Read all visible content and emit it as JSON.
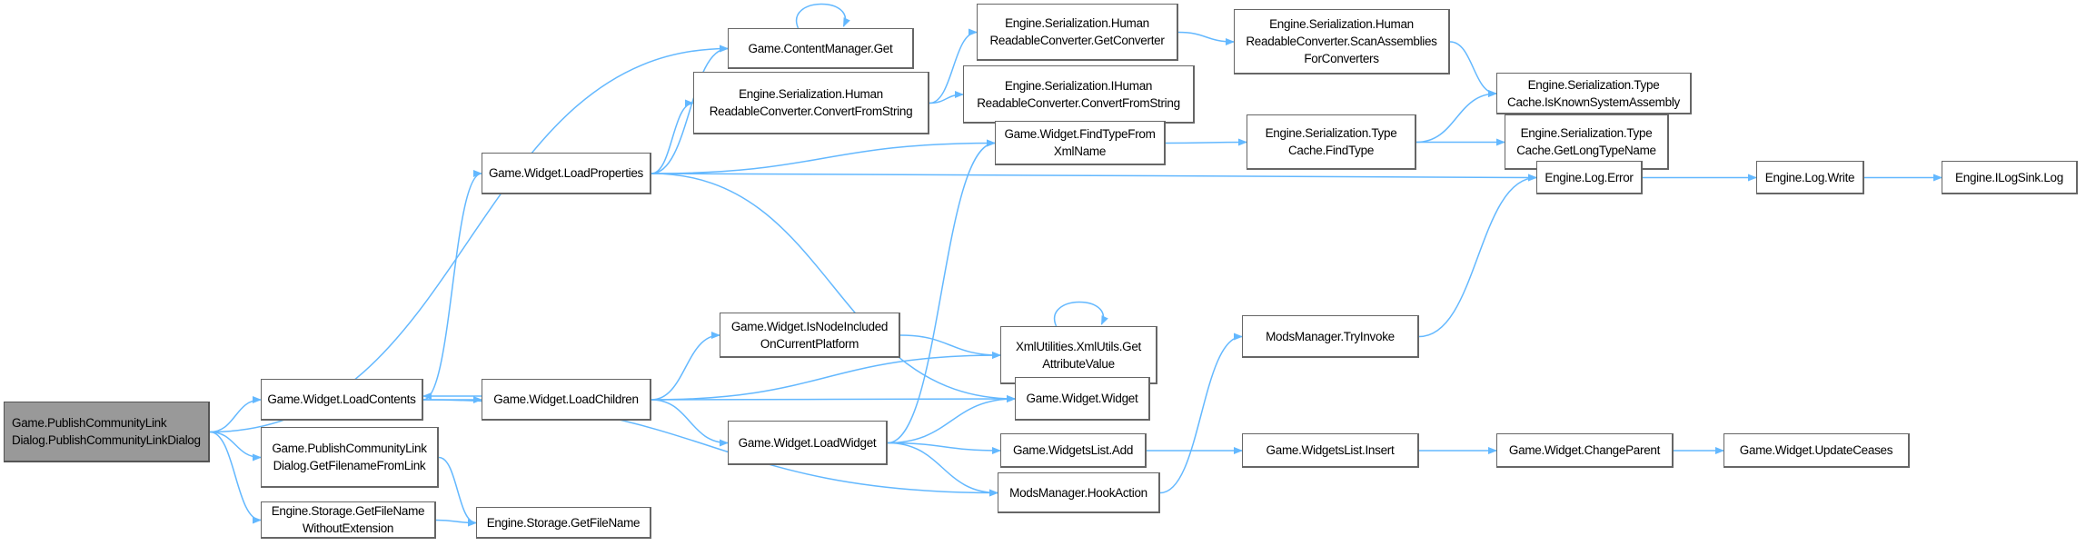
{
  "nodes": [
    {
      "id": "root",
      "label": "Game.PublishCommunityLink\nDialog.PublishCommunityLinkDialog"
    },
    {
      "id": "loadContents",
      "label": "Game.Widget.LoadContents"
    },
    {
      "id": "getFilenameFromLink",
      "label": "Game.PublishCommunityLink\nDialog.GetFilenameFromLink"
    },
    {
      "id": "getFileNameWoExt",
      "label": "Engine.Storage.GetFileName\nWithoutExtension"
    },
    {
      "id": "getFileName",
      "label": "Engine.Storage.GetFileName"
    },
    {
      "id": "loadProperties",
      "label": "Game.Widget.LoadProperties"
    },
    {
      "id": "loadChildren",
      "label": "Game.Widget.LoadChildren"
    },
    {
      "id": "contentGet",
      "label": "Game.ContentManager.Get"
    },
    {
      "id": "hrcConvert",
      "label": "Engine.Serialization.Human\nReadableConverter.ConvertFromString"
    },
    {
      "id": "isNodeIncluded",
      "label": "Game.Widget.IsNodeIncluded\nOnCurrentPlatform"
    },
    {
      "id": "loadWidget",
      "label": "Game.Widget.LoadWidget"
    },
    {
      "id": "hrcGetConverter",
      "label": "Engine.Serialization.Human\nReadableConverter.GetConverter"
    },
    {
      "id": "ihrcConvert",
      "label": "Engine.Serialization.IHuman\nReadableConverter.ConvertFromString"
    },
    {
      "id": "findTypeFromXml",
      "label": "Game.Widget.FindTypeFrom\nXmlName"
    },
    {
      "id": "xmlGetAttr",
      "label": "XmlUtilities.XmlUtils.Get\nAttributeValue"
    },
    {
      "id": "widgetCtor",
      "label": "Game.Widget.Widget"
    },
    {
      "id": "widgetsAdd",
      "label": "Game.WidgetsList.Add"
    },
    {
      "id": "hookAction",
      "label": "ModsManager.HookAction"
    },
    {
      "id": "scanAssemblies",
      "label": "Engine.Serialization.Human\nReadableConverter.ScanAssemblies\nForConverters"
    },
    {
      "id": "isKnownSys",
      "label": "Engine.Serialization.Type\nCache.IsKnownSystemAssembly"
    },
    {
      "id": "findType",
      "label": "Engine.Serialization.Type\nCache.FindType"
    },
    {
      "id": "getLongTypeName",
      "label": "Engine.Serialization.Type\nCache.GetLongTypeName"
    },
    {
      "id": "logError",
      "label": "Engine.Log.Error"
    },
    {
      "id": "tryInvoke",
      "label": "ModsManager.TryInvoke"
    },
    {
      "id": "logWrite",
      "label": "Engine.Log.Write"
    },
    {
      "id": "logSink",
      "label": "Engine.ILogSink.Log"
    },
    {
      "id": "widgetsInsert",
      "label": "Game.WidgetsList.Insert"
    },
    {
      "id": "changeParent",
      "label": "Game.Widget.ChangeParent"
    },
    {
      "id": "updateCeases",
      "label": "Game.Widget.UpdateCeases"
    }
  ],
  "edges": [
    [
      "root",
      "contentGet"
    ],
    [
      "root",
      "loadContents"
    ],
    [
      "root",
      "getFilenameFromLink"
    ],
    [
      "root",
      "getFileNameWoExt"
    ],
    [
      "getFilenameFromLink",
      "getFileName"
    ],
    [
      "getFileNameWoExt",
      "getFileName"
    ],
    [
      "loadContents",
      "loadProperties"
    ],
    [
      "loadContents",
      "loadChildren"
    ],
    [
      "loadContents",
      "hookAction"
    ],
    [
      "loadChildren",
      "loadContents"
    ],
    [
      "loadChildren",
      "xmlGetAttr"
    ],
    [
      "loadChildren",
      "isNodeIncluded"
    ],
    [
      "loadChildren",
      "widgetCtor"
    ],
    [
      "loadChildren",
      "loadWidget"
    ],
    [
      "loadProperties",
      "contentGet"
    ],
    [
      "loadProperties",
      "hrcConvert"
    ],
    [
      "loadProperties",
      "findTypeFromXml"
    ],
    [
      "loadProperties",
      "logError"
    ],
    [
      "loadProperties",
      "widgetCtor"
    ],
    [
      "contentGet",
      "contentGet"
    ],
    [
      "xmlGetAttr",
      "xmlGetAttr"
    ],
    [
      "hrcConvert",
      "hrcGetConverter"
    ],
    [
      "hrcConvert",
      "ihrcConvert"
    ],
    [
      "hrcGetConverter",
      "scanAssemblies"
    ],
    [
      "scanAssemblies",
      "isKnownSys"
    ],
    [
      "findTypeFromXml",
      "findType"
    ],
    [
      "findType",
      "isKnownSys"
    ],
    [
      "findType",
      "getLongTypeName"
    ],
    [
      "isNodeIncluded",
      "xmlGetAttr"
    ],
    [
      "loadWidget",
      "findTypeFromXml"
    ],
    [
      "loadWidget",
      "widgetCtor"
    ],
    [
      "loadWidget",
      "widgetsAdd"
    ],
    [
      "loadWidget",
      "hookAction"
    ],
    [
      "widgetsAdd",
      "widgetsInsert"
    ],
    [
      "hookAction",
      "tryInvoke"
    ],
    [
      "tryInvoke",
      "logError"
    ],
    [
      "logError",
      "logWrite"
    ],
    [
      "logWrite",
      "logSink"
    ],
    [
      "widgetsInsert",
      "changeParent"
    ],
    [
      "changeParent",
      "updateCeases"
    ]
  ],
  "colors": {
    "edge": "#63b8ff",
    "root_fill": "#999999",
    "border": "#666666"
  }
}
